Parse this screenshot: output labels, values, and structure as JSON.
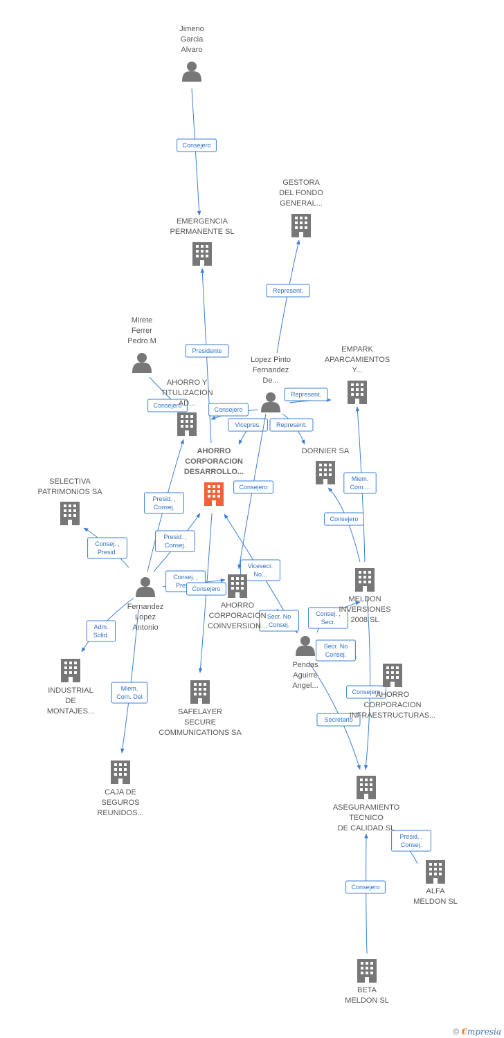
{
  "colors": {
    "edge": "#3a7fd5",
    "node_icon": "#777777",
    "focus_icon": "#f0623a"
  },
  "nodes": [
    {
      "id": "jimeno",
      "type": "person",
      "label": [
        "Jimeno",
        "Garcia",
        "Alvaro"
      ]
    },
    {
      "id": "emergencia",
      "type": "company",
      "label": [
        "EMERGENCIA",
        "PERMANENTE SL"
      ]
    },
    {
      "id": "gestora",
      "type": "company",
      "label": [
        "GESTORA",
        "DEL FONDO",
        "GENERAL..."
      ]
    },
    {
      "id": "mirete",
      "type": "person",
      "label": [
        "Mirete",
        "Ferrer",
        "Pedro M"
      ]
    },
    {
      "id": "ahorro_tit",
      "type": "company",
      "label": [
        "AHORRO Y",
        "TITULIZACION",
        "AD..."
      ]
    },
    {
      "id": "lopez",
      "type": "person",
      "label": [
        "Lopez Pinto",
        "Fernandez",
        "De..."
      ]
    },
    {
      "id": "empark",
      "type": "company",
      "label": [
        "EMPARK",
        "APARCAMIENTOS",
        "Y..."
      ]
    },
    {
      "id": "ahorro_des",
      "type": "focus",
      "label": [
        "AHORRO",
        "CORPORACION",
        "DESARROLLO..."
      ]
    },
    {
      "id": "dornier",
      "type": "company",
      "label": [
        "DORNIER SA"
      ]
    },
    {
      "id": "selectiva",
      "type": "company",
      "label": [
        "SELECTIVA",
        "PATRIMONIOS SA"
      ]
    },
    {
      "id": "fernandez",
      "type": "person",
      "label": [
        "Fernandez",
        "Lopez",
        "Antonio"
      ]
    },
    {
      "id": "ahorro_coin",
      "type": "company",
      "label": [
        "AHORRO",
        "CORPORACION",
        "COINVERSION..."
      ]
    },
    {
      "id": "meldon_inv",
      "type": "company",
      "label": [
        "MELDON",
        "INVERSIONES",
        "2008 SL"
      ]
    },
    {
      "id": "industrial",
      "type": "company",
      "label": [
        "INDUSTRIAL",
        "DE",
        "MONTAJES..."
      ]
    },
    {
      "id": "safelayer",
      "type": "company",
      "label": [
        "SAFELAYER",
        "SECURE",
        "COMMUNICATIONS SA"
      ]
    },
    {
      "id": "pendas",
      "type": "person",
      "label": [
        "Pendas",
        "Aguirre",
        "Angel..."
      ]
    },
    {
      "id": "ahorro_inf",
      "type": "company",
      "label": [
        "AHORRO",
        "CORPORACION",
        "INFRAESTRUCTURAS..."
      ]
    },
    {
      "id": "caja",
      "type": "company",
      "label": [
        "CAJA DE",
        "SEGUROS",
        "REUNIDOS..."
      ]
    },
    {
      "id": "aseguramiento",
      "type": "company",
      "label": [
        "ASEGURAMIENTO",
        "TECNICO",
        "DE CALIDAD SL"
      ]
    },
    {
      "id": "alfa",
      "type": "company",
      "label": [
        "ALFA",
        "MELDON SL"
      ]
    },
    {
      "id": "beta",
      "type": "company",
      "label": [
        "BETA",
        "MELDON SL"
      ]
    }
  ],
  "edges": [
    {
      "from": "jimeno",
      "to": "emergencia",
      "label": [
        "Consejero"
      ]
    },
    {
      "from": "ahorro_des",
      "to": "emergencia",
      "label": [
        "Presidente"
      ]
    },
    {
      "from": "lopez",
      "to": "gestora",
      "label": [
        "Represent."
      ]
    },
    {
      "from": "mirete",
      "to": "ahorro_tit",
      "label": [
        "Consejero"
      ]
    },
    {
      "from": "ahorro_des",
      "to": "ahorro_tit",
      "label": [
        "Consejero"
      ]
    },
    {
      "from": "lopez",
      "to": "ahorro_des",
      "label": [
        "Vicepres."
      ]
    },
    {
      "from": "lopez",
      "to": "dornier",
      "label": [
        "Represent."
      ]
    },
    {
      "from": "lopez",
      "to": "lopez_out",
      "label": [
        "Represent."
      ]
    },
    {
      "from": "lopez",
      "to": "ahorro_coin",
      "label": [
        "Consejero"
      ]
    },
    {
      "from": "meldon_inv",
      "to": "empark",
      "label": [
        "Miem.",
        "Com...."
      ]
    },
    {
      "from": "meldon_inv",
      "to": "dornier",
      "label": [
        "Consejero"
      ]
    },
    {
      "from": "fernandez",
      "to": "ahorro_tit",
      "label": [
        "Presid. ,",
        "Consej."
      ]
    },
    {
      "from": "fernandez",
      "to": "ahorro_des",
      "label": [
        "Presid. ,",
        "Consej."
      ]
    },
    {
      "from": "fernandez",
      "to": "selectiva",
      "label": [
        "Consej. ,",
        "Presid."
      ]
    },
    {
      "from": "fernandez",
      "to": "ahorro_coin",
      "label": [
        "Consej. ,",
        "Presid."
      ]
    },
    {
      "from": "fernandez",
      "to": "industrial",
      "label": [
        "Adm.",
        "Solid."
      ]
    },
    {
      "from": "fernandez",
      "to": "caja",
      "label": [
        "Miem.",
        "Com. Del"
      ]
    },
    {
      "from": "ahorro_des",
      "to": "safelayer",
      "label": [
        "Consejero"
      ]
    },
    {
      "from": "pendas",
      "to": "ahorro_des",
      "label": [
        "Vicesecr.",
        "No..."
      ]
    },
    {
      "from": "pendas",
      "to": "ahorro_coin",
      "label": [
        "Secr.  No",
        "Consej."
      ]
    },
    {
      "from": "pendas",
      "to": "meldon_inv",
      "label": [
        "Consej. ,",
        "Secr."
      ]
    },
    {
      "from": "pendas",
      "to": "pendas_out",
      "label": [
        "Secr.  No",
        "Consej."
      ]
    },
    {
      "from": "pendas",
      "to": "aseguramiento",
      "label": [
        "Secretario"
      ]
    },
    {
      "from": "meldon_inv",
      "to": "aseguramiento",
      "label": [
        "Consejero"
      ]
    },
    {
      "from": "alfa",
      "to": "aseguramiento",
      "label": [
        "Presid. ,",
        "Consej."
      ]
    },
    {
      "from": "beta",
      "to": "aseguramiento",
      "label": [
        "Consejero"
      ]
    }
  ],
  "footer": {
    "copyright": "©",
    "brand_first": "€",
    "brand_rest": "mpresia"
  }
}
